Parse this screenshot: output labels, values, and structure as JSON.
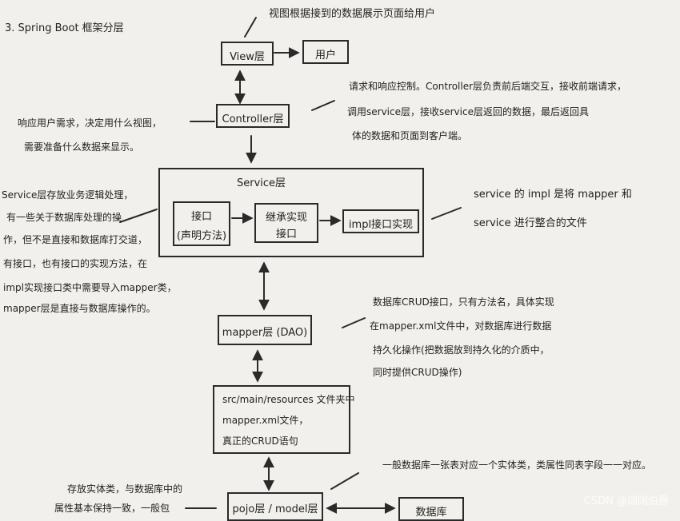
{
  "heading": "3. Spring Boot 框架分层",
  "view": {
    "box": "View层",
    "user": "用户",
    "note": "视图根据接到的数据展示页面给用户"
  },
  "controller": {
    "box": "Controller层",
    "left_note": [
      "响应用户需求，决定用什么视图，",
      "需要准备什么数据来显示。"
    ],
    "right_note": [
      "请求和响应控制。Controller层负责前后端交互，接收前端请求，",
      "调用service层，接收service层返回的数据，最后返回具",
      "体的数据和页面到客户端。"
    ]
  },
  "service": {
    "title": "Service层",
    "box_interface": [
      "接口",
      "(声明方法)"
    ],
    "box_inherit": [
      "继承实现",
      "接口"
    ],
    "box_impl": "impl接口实现",
    "left_note": [
      "Service层存放业务逻辑处理，",
      "有一些关于数据库处理的操",
      "作，但不是直接和数据库打交道，",
      "有接口，也有接口的实现方法，在",
      "impl实现接口类中需要导入mapper类，",
      "mapper层是直接与数据库操作的。"
    ],
    "right_note": [
      "service 的 impl 是将 mapper 和",
      "service 进行整合的文件"
    ]
  },
  "mapper": {
    "box": "mapper层 (DAO)",
    "note": [
      "数据库CRUD接口，只有方法名，具体实现",
      "在mapper.xml文件中，对数据库进行数据",
      "持久化操作(把数据放到持久化的介质中，",
      "同时提供CRUD操作)"
    ]
  },
  "resources": {
    "lines": [
      "src/main/resources 文件夹中",
      "mapper.xml文件，",
      "真正的CRUD语句"
    ]
  },
  "pojo": {
    "box": "pojo层 / model层",
    "db": "数据库",
    "left_note": [
      "存放实体类，与数据库中的",
      "属性基本保持一致，一般包"
    ],
    "right_note": "一般数据库一张表对应一个实体类，类属性同表字段一一对应。"
  },
  "watermark": "CSDN @阔阔伯爵"
}
